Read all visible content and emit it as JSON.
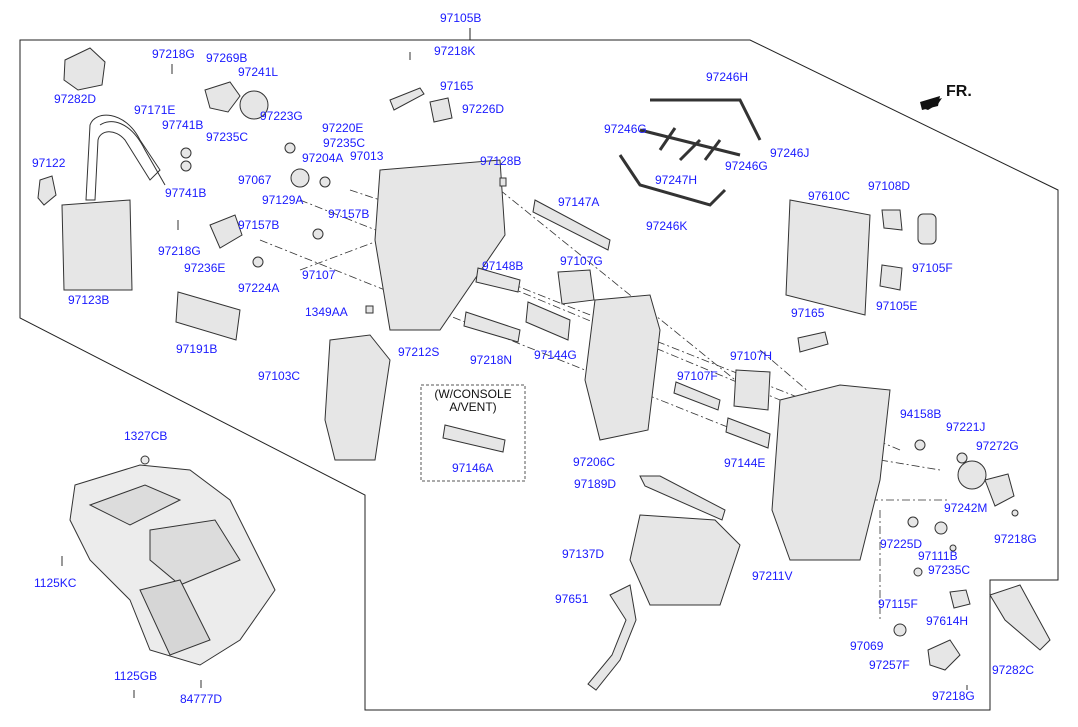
{
  "diagram": {
    "direction_label": "FR.",
    "inset_note_line1": "(W/CONSOLE",
    "inset_note_line2": "A/VENT)",
    "colors": {
      "label": "#1a1aff",
      "line": "#222222",
      "part_fill": "#e6e6e6"
    },
    "part_labels": [
      "97105B",
      "97218G",
      "97269B",
      "97241L",
      "97282D",
      "97218K",
      "97165",
      "97226D",
      "97246H",
      "97171E",
      "97741B",
      "97223G",
      "97220E",
      "97235C",
      "97235C",
      "97204A",
      "97013",
      "97128B",
      "97246G",
      "97246J",
      "97122",
      "97067",
      "97741B",
      "97247H",
      "97246G",
      "97129A",
      "97157B",
      "97147A",
      "97610C",
      "97108D",
      "97157B",
      "97218G",
      "97236E",
      "97107",
      "97246K",
      "97224A",
      "97148B",
      "97107G",
      "97123B",
      "97105F",
      "1349AA",
      "97105E",
      "97191B",
      "97212S",
      "97218N",
      "97144G",
      "97165",
      "97107H",
      "97103C",
      "97107F",
      "94158B",
      "97221J",
      "97272G",
      "1327CB",
      "97146A",
      "97206C",
      "97144E",
      "97189D",
      "97242M",
      "97225D",
      "97218G",
      "97137D",
      "97111B",
      "1125KC",
      "97211V",
      "97235C",
      "97651",
      "97115F",
      "97614H",
      "97069",
      "97282C",
      "97257F",
      "1125GB",
      "84777D",
      "97218G"
    ]
  }
}
